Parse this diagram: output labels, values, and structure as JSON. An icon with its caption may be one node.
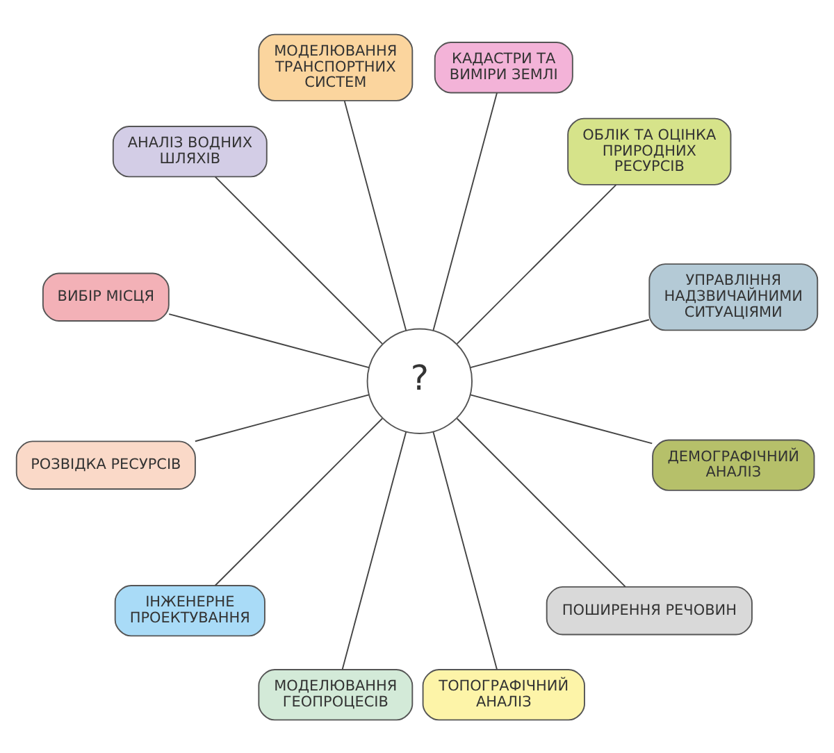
{
  "diagram": {
    "nodes": [
      {
        "text": [
          "УПРАВЛІННЯ НАДЗВИЧАЙНИМИ СИТУАЦІЯМИ"
        ]
      },
      {
        "text": [
          "ОБЛІК ТА ОЦІНКА ПРИРОДНИХ РЕСУРСІВ"
        ]
      },
      {
        "text": [
          "КАДАСТРИ ТА ВИМІРИ ЗЕМЛІ"
        ]
      },
      {
        "text": [
          "МОДЕЛЮВАННЯ ТРАНСПОРТНИХ СИСТЕМ"
        ]
      },
      {
        "text": [
          "АНАЛІЗ ВОДНИХ ШЛЯХІВ"
        ]
      },
      {
        "text": [
          "?"
        ]
      },
      {
        "text": [
          "ВИБІР МІСЦЯ"
        ]
      },
      {
        "text": [
          "РОЗВІДКА РЕСУРСІВ"
        ]
      },
      {
        "text": [
          "ІНЖЕНЕРНЕ ПРОЕКТУВАННЯ"
        ]
      },
      {
        "text": [
          "МОДЕЛЮВАННЯ ГЕОПРОЦЕСІВ"
        ]
      },
      {
        "text": [
          "ТОПОГРАФІЧНИЙ АНАЛІЗ"
        ]
      },
      {
        "text": [
          "ПОШИРЕННЯ РЕЧОВИН"
        ]
      },
      {
        "text": [
          "ДЕМОГРАФІЧНИЙ АНАЛІЗ"
        ]
      }
    ],
    "edges": [
      {
        "from": 5,
        "to": 0,
        "arrow": "none"
      },
      {
        "from": 5,
        "to": 2,
        "arrow": "none"
      },
      {
        "from": 5,
        "to": 3,
        "arrow": "none"
      },
      {
        "from": 5,
        "to": 7,
        "arrow": "none"
      },
      {
        "from": 5,
        "to": 9,
        "arrow": "none"
      },
      {
        "from": 5,
        "to": 11,
        "arrow": "none"
      },
      {
        "from": 5,
        "to": 12,
        "arrow": "none"
      },
      {
        "from": 5,
        "to": 10,
        "arrow": "none"
      },
      {
        "from": 5,
        "to": 8,
        "arrow": "none"
      },
      {
        "from": 5,
        "to": 6,
        "arrow": "none"
      },
      {
        "from": 5,
        "to": 4,
        "arrow": "none"
      },
      {
        "from": 5,
        "to": 1,
        "arrow": "none"
      }
    ]
  }
}
